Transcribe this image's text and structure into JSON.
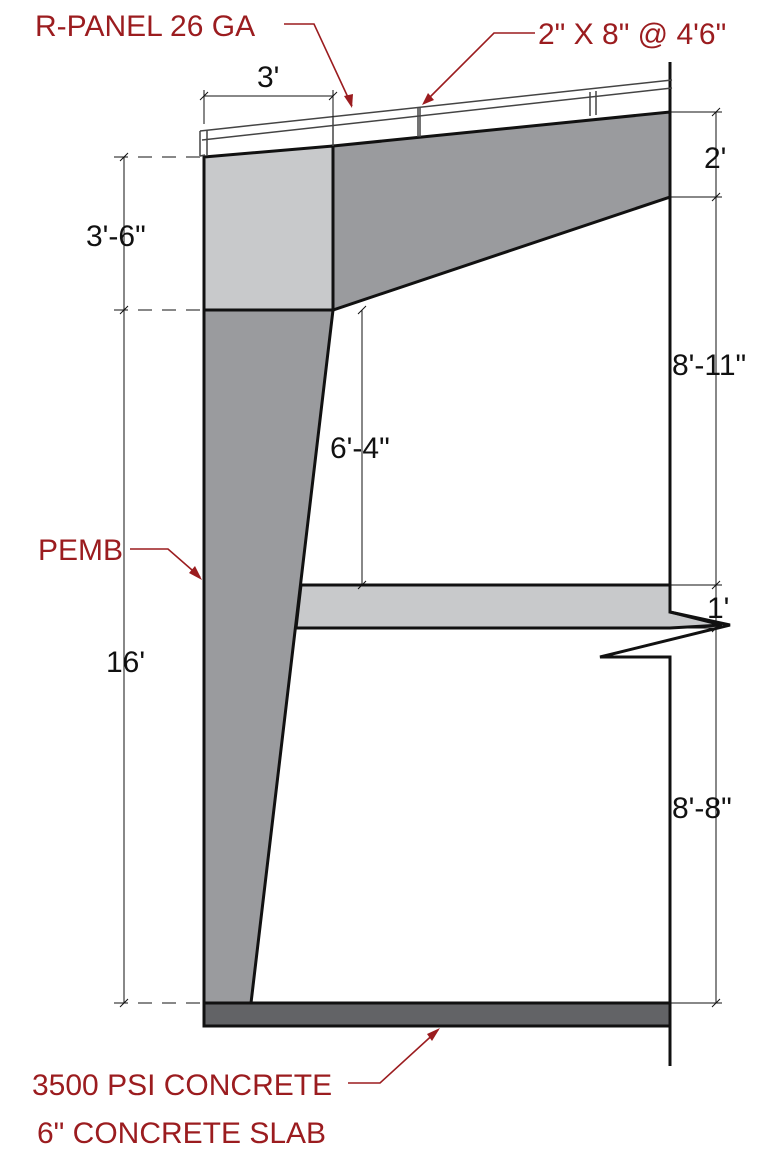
{
  "colors": {
    "callout_red": "#9b1c1f",
    "light_gray": "#c8c9cb",
    "medium_gray": "#9a9b9e",
    "slab_gray": "#626366",
    "line_black": "#111111"
  },
  "callouts": {
    "roof_panel": "R-PANEL 26 GA",
    "purlin": "2\" X 8\" @ 4'6\"",
    "frame": "PEMB",
    "concrete_line1": "3500 PSI CONCRETE",
    "concrete_line2": "6\" CONCRETE SLAB"
  },
  "dimensions": {
    "overhang": "3'",
    "rafter_depth_left": "3'-6\"",
    "rafter_depth_right": "2'",
    "clear_to_beam": "6'-4\"",
    "upper_story": "8'-11\"",
    "beam_depth": "1'",
    "eave_height": "16'",
    "lower_story": "8'-8\""
  }
}
